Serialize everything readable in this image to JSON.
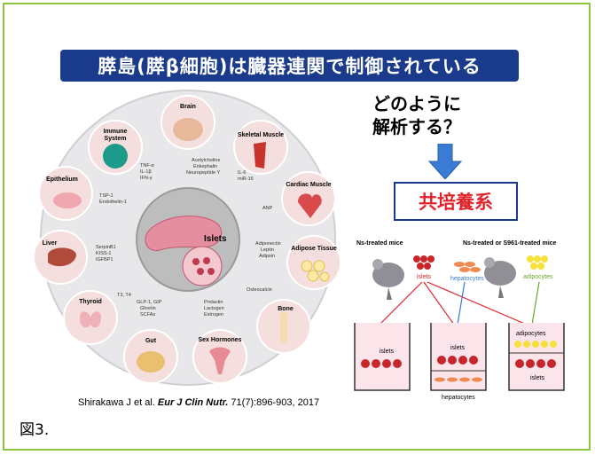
{
  "banner": "膵島(膵β細胞)は臓器連関で制御されている",
  "question_line1": "どのように",
  "question_line2": "解析する？",
  "coculture": "共培養系",
  "center_label": "Islets",
  "organs": {
    "brain": "Brain",
    "immune_line1": "Immune",
    "immune_line2": "System",
    "skeletal": "Skeletal Muscle",
    "epithelium": "Epithelium",
    "cardiac": "Cardiac Muscle",
    "liver": "Liver",
    "adipose": "Adipose Tissue",
    "thyroid": "Thyroid",
    "bone": "Bone",
    "gut": "Gut",
    "sex": "Sex Hormones"
  },
  "factors": {
    "brain_1": "Acetylcholine",
    "brain_2": "Enkephalin",
    "brain_3": "Neuropeptide Y",
    "immune_1": "TNF-α",
    "immune_2": "IL-1β",
    "immune_3": "IFN-γ",
    "skeletal_1": "IL-6",
    "skeletal_2": "miR-16",
    "epi_1": "TSP-1",
    "epi_2": "Endothelin-1",
    "cardiac_1": "ANP",
    "liver_1": "SerpinB1",
    "liver_2": "KISS-1",
    "liver_3": "IGFBP1",
    "adipose_1": "Adiponectin",
    "adipose_2": "Leptin",
    "adipose_3": "Adipsin",
    "thyroid_1": "T3, T4",
    "bone_1": "Osteocalcin",
    "gut_1": "GLP-1, GIP",
    "gut_2": "Ghrelin",
    "gut_3": "SCFAs",
    "sex_1": "Prolactin",
    "sex_2": "Lactogen",
    "sex_3": "Estrogen"
  },
  "experiment": {
    "mouse1": "Ns-treated mice",
    "mouse2": "Ns-treated or S961-treated mice",
    "islets_red": "islets",
    "hepatocytes_label": "hepatocytes",
    "adipocytes_label": "adipocytes",
    "well1_label": "islets",
    "well2_label": "islets",
    "well2_bottom": "hepatocytes",
    "well3_top": "adipocytes",
    "well3_label": "islets"
  },
  "citation_prefix": "Shirakawa J et al.",
  "citation_journal": "Eur J Clin Nutr.",
  "citation_suffix": " 71(7):896-903, 2017",
  "figure_label": "図3.",
  "colors": {
    "frame": "#8cc63f",
    "banner": "#1a3a8c",
    "accent_red": "#e0232a",
    "arrow": "#3a7bd5"
  }
}
